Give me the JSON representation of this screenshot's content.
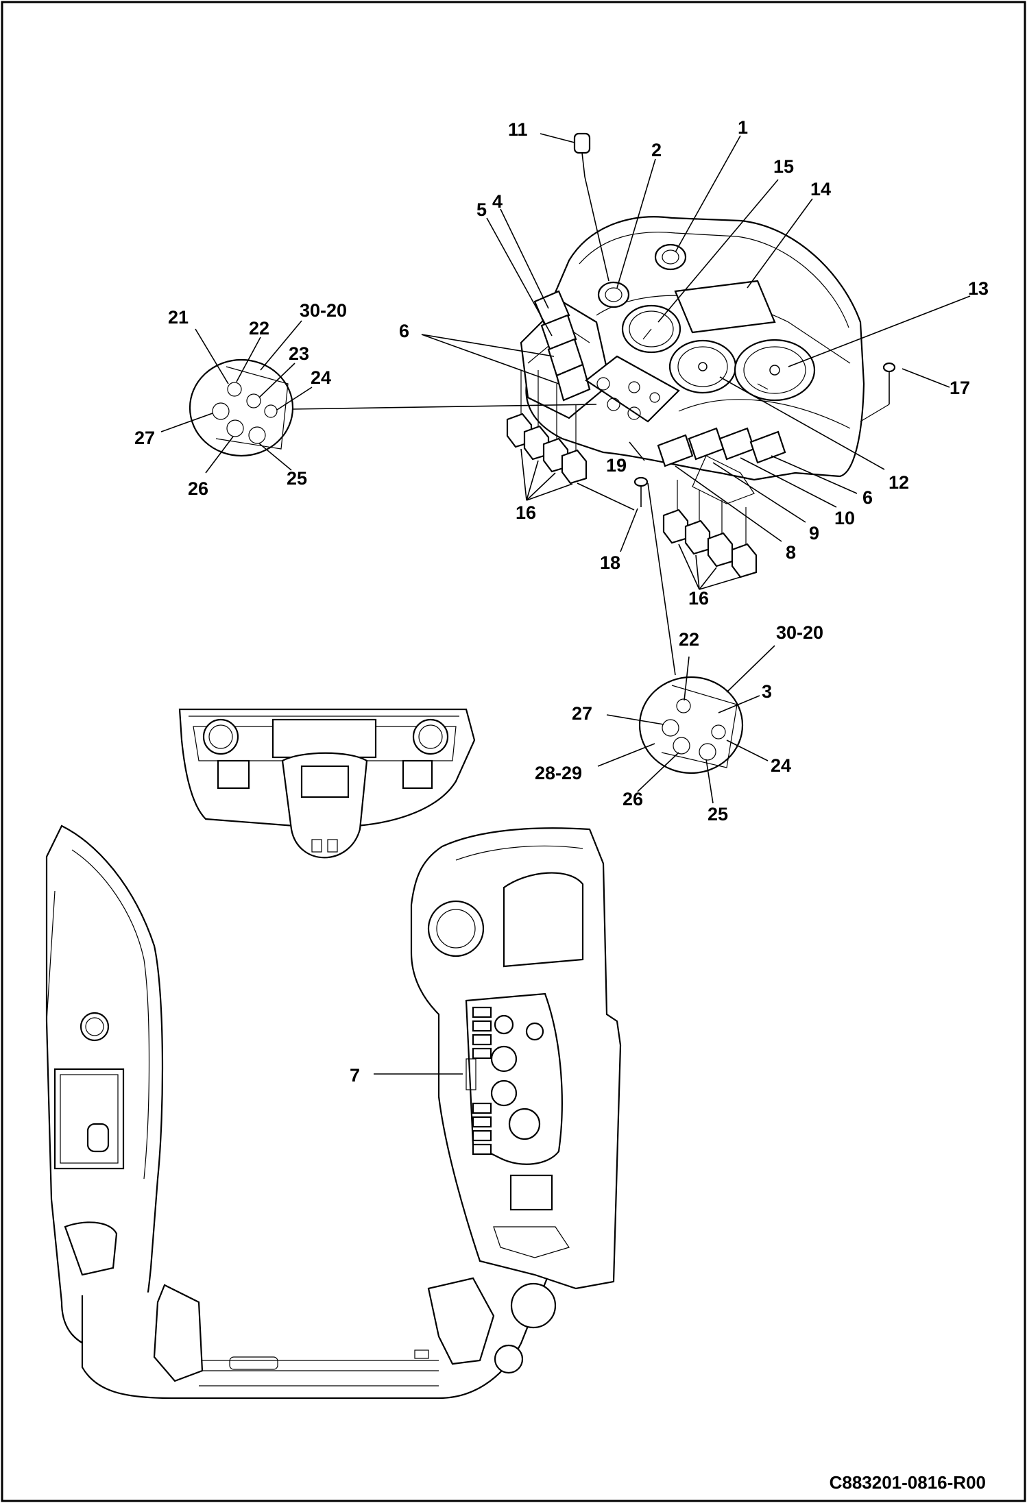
{
  "document_code": "C883201-0816-R00",
  "callouts": {
    "c1": "1",
    "c2": "2",
    "c3": "3",
    "c4": "4",
    "c5": "5",
    "c6a": "6",
    "c6b": "6",
    "c7": "7",
    "c8": "8",
    "c9": "9",
    "c10": "10",
    "c11": "11",
    "c12": "12",
    "c13": "13",
    "c14": "14",
    "c15": "15",
    "c16a": "16",
    "c16b": "16",
    "c17": "17",
    "c18": "18",
    "c19": "19",
    "l21": "21",
    "l22": "22",
    "l3020": "30-20",
    "l23": "23",
    "l24": "24",
    "l27": "27",
    "l26": "26",
    "l25": "25",
    "r22": "22",
    "r3020": "30-20",
    "r3": "3",
    "r27": "27",
    "r2829": "28-29",
    "r26": "26",
    "r25": "25",
    "r24": "24"
  }
}
